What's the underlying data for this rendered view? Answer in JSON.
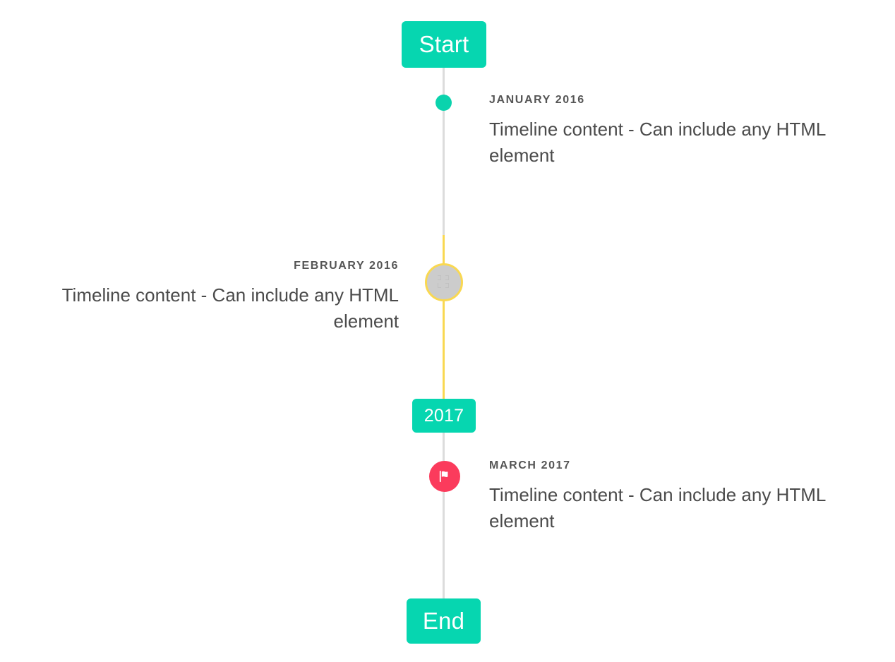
{
  "timeline": {
    "caps": {
      "start": {
        "label": "Start",
        "color": "#06d6b0"
      },
      "middle": {
        "label": "2017",
        "color": "#06d6b0"
      },
      "end": {
        "label": "End",
        "color": "#06d6b0"
      }
    },
    "line": {
      "default_color": "#dcdcdc",
      "highlight_color": "#f9d852"
    },
    "entries": [
      {
        "date": "JANUARY 2016",
        "content": "Timeline content - Can include any HTML element",
        "side": "right",
        "marker": {
          "type": "dot",
          "icon": "dot-icon",
          "color": "#0ad3ad"
        }
      },
      {
        "date": "FEBRUARY 2016",
        "content": "Timeline content - Can include any HTML element",
        "side": "left",
        "marker": {
          "type": "ring",
          "icon": "broken-image-icon",
          "color": "#cccccc",
          "border_color": "#f9d852"
        }
      },
      {
        "date": "MARCH 2017",
        "content": "Timeline content - Can include any HTML element",
        "side": "right",
        "marker": {
          "type": "badge",
          "icon": "flag-icon",
          "color": "#fb3b5c"
        }
      }
    ]
  }
}
